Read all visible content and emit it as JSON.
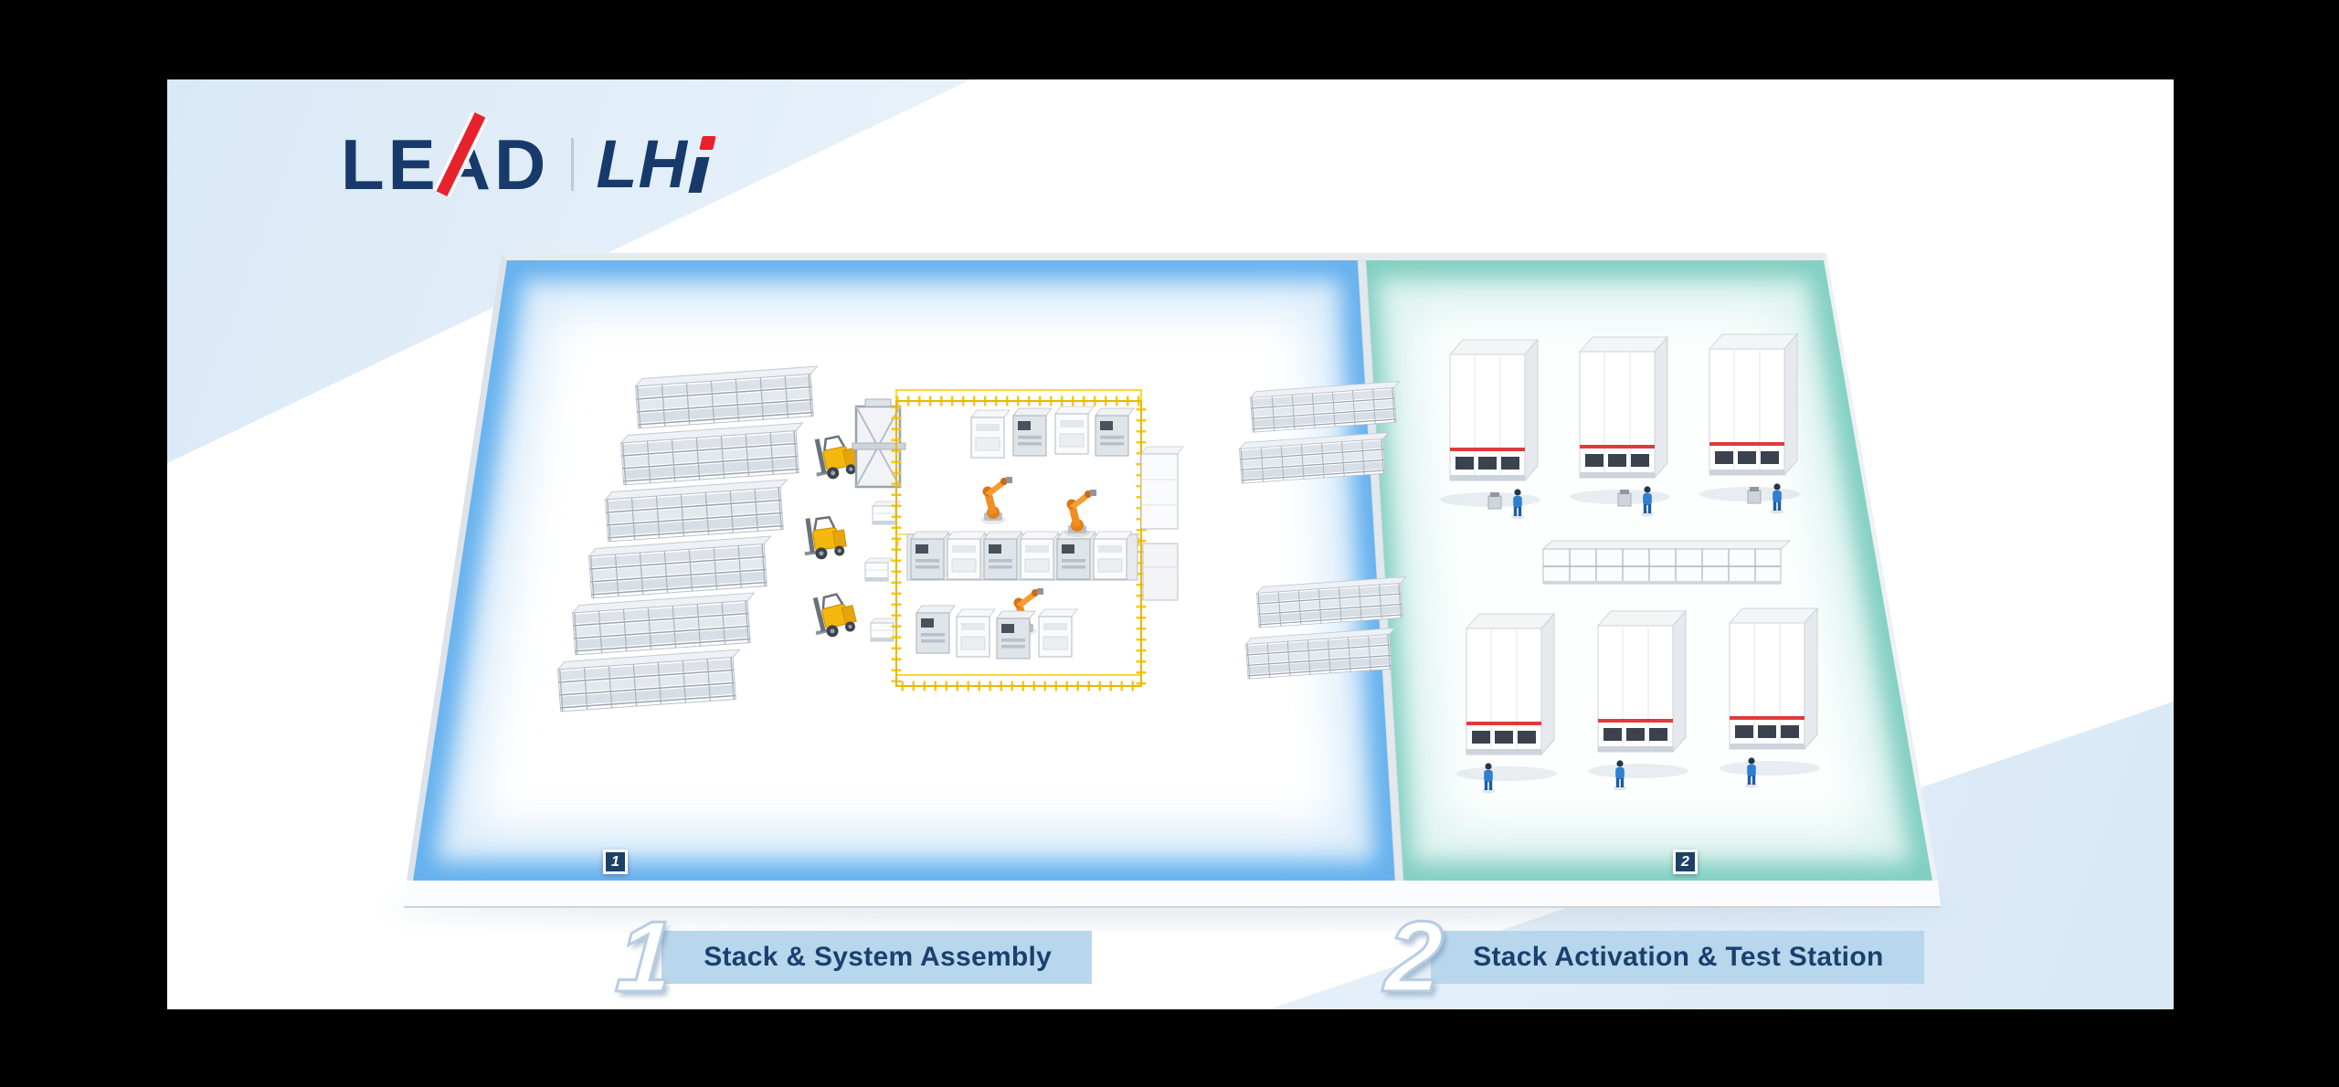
{
  "brand": {
    "lead": "LEAD",
    "lhi": "LHi",
    "lhi_base": "LH"
  },
  "palette": {
    "navy": "#173a6b",
    "red": "#e6232b",
    "banner_blue": "#b9d7ec",
    "zone1_glow_blue": "#3e9ce9",
    "zone2_glow_teal": "#58bfae",
    "fence_yellow": "#f4c60b",
    "forklift_yellow": "#f5b80c",
    "robot_orange": "#ef8e22",
    "worker_blue": "#2e7fd0"
  },
  "floor_markers": [
    {
      "label": "1"
    },
    {
      "label": "2"
    }
  ],
  "legend": [
    {
      "number": "1",
      "label": "Stack & System Assembly"
    },
    {
      "number": "2",
      "label": "Stack Activation & Test Station"
    }
  ]
}
